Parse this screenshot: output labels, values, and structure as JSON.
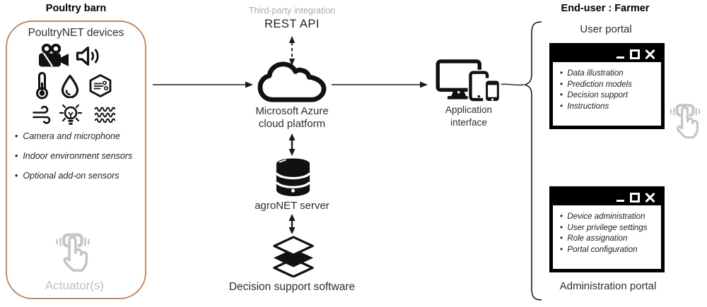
{
  "colors": {
    "device_box_border": "#c08b67",
    "diagram_black": "#1a1a1a",
    "muted_gray_text": "#ababab",
    "actuator_gray": "#c1c1c1",
    "hand_icon_gray": "#c6c6c6",
    "window_titlebar": "#000000"
  },
  "left_panel": {
    "title": "Poultry barn",
    "box_title": "PoultryNET devices",
    "icons": [
      "video-camera-icon",
      "speaker-icon",
      "thermometer-icon",
      "humidity-drop-icon",
      "air-quality-hexagon-icon",
      "wind-icon",
      "light-bulb-icon",
      "water-waves-icon"
    ],
    "bullets": [
      "Camera and microphone",
      "Indoor environment sensors",
      "Optional add-on sensors"
    ],
    "actuator_label": "Actuator(s)"
  },
  "middle": {
    "integration_label": "Third-party integration",
    "rest_api_label": "REST API",
    "cloud_label_line1": "Microsoft Azure",
    "cloud_label_line2": "cloud platform",
    "server_label": "agroNET server",
    "dss_label": "Decision support software"
  },
  "app_interface": {
    "label_line1": "Application",
    "label_line2": "interface"
  },
  "right_panel": {
    "title": "End-user : Farmer",
    "user_portal": {
      "label": "User portal",
      "window_controls": [
        "minimize",
        "maximize",
        "close"
      ],
      "bullets": [
        "Data illustration",
        "Prediction models",
        "Decision support",
        "Instructions"
      ]
    },
    "admin_portal": {
      "label": "Administration portal",
      "window_controls": [
        "minimize",
        "maximize",
        "close"
      ],
      "bullets": [
        "Device administration",
        "User privilege settings",
        "Role assignation",
        "Portal configuration"
      ]
    }
  }
}
